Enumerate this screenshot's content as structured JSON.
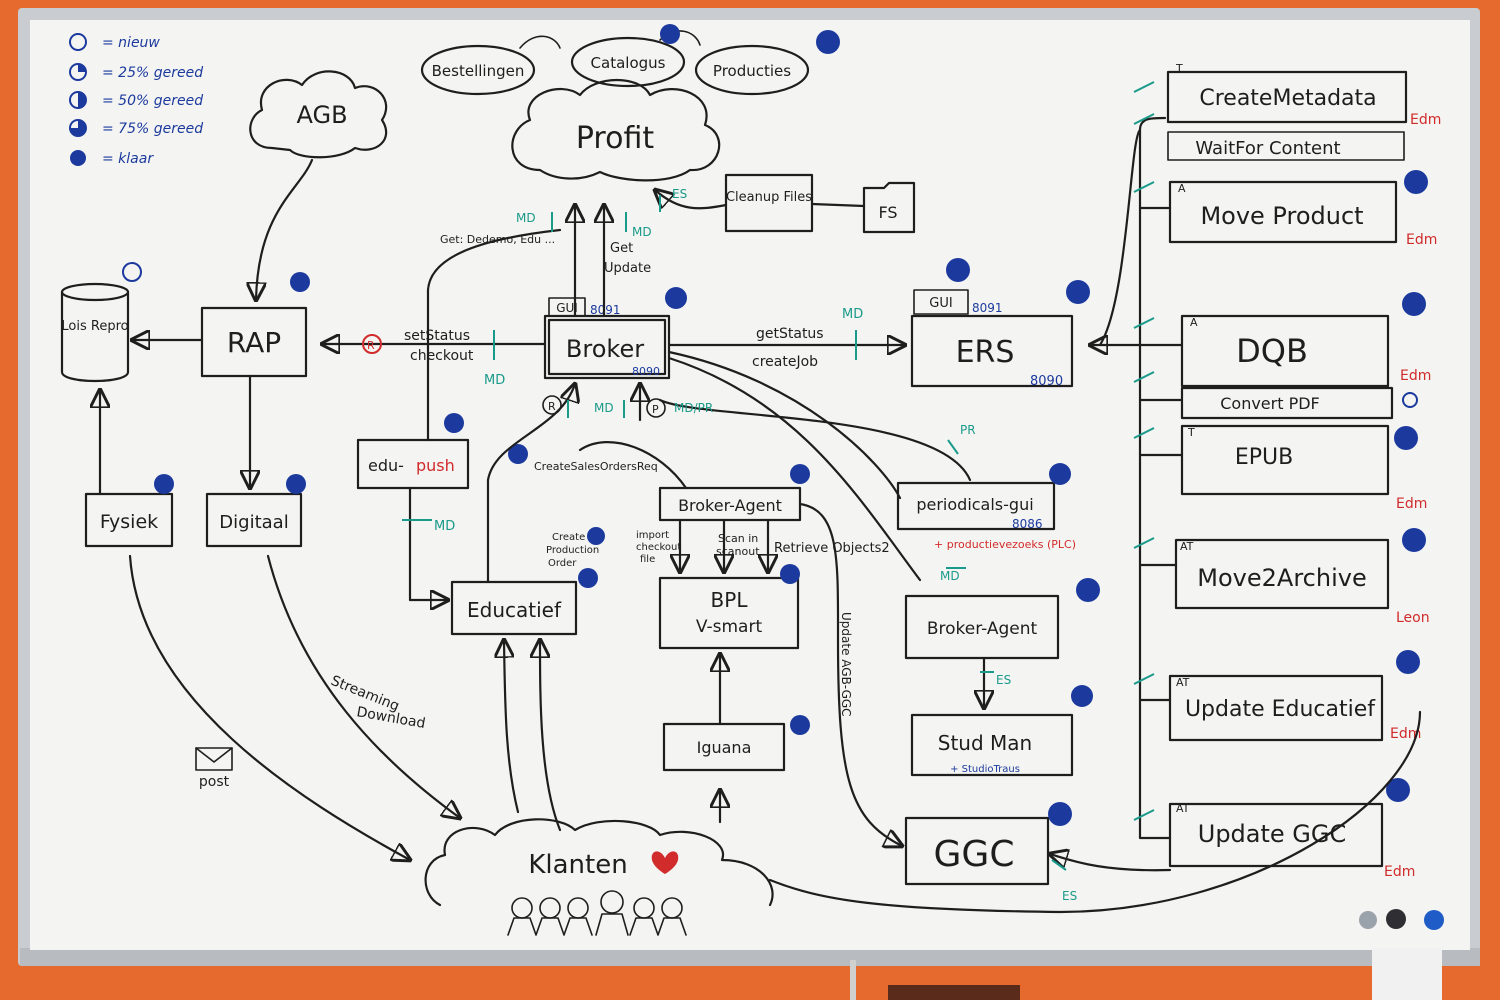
{
  "legend": [
    {
      "symbol": "empty",
      "label": "= nieuw"
    },
    {
      "symbol": "25",
      "label": "= 25% gereed"
    },
    {
      "symbol": "50",
      "label": "= 50% gereed"
    },
    {
      "symbol": "75",
      "label": "= 75% gereed"
    },
    {
      "symbol": "full",
      "label": "= klaar"
    }
  ],
  "clouds": {
    "profit": "Profit",
    "agb": "AGB",
    "klanten": "Klanten"
  },
  "profit_sub": [
    "Bestellingen",
    "Catalogus",
    "Producties"
  ],
  "nodes": {
    "lois": "Lois Repro",
    "rap": "RAP",
    "broker": "Broker",
    "broker_port": "8090",
    "broker_gui": "GUI",
    "broker_gui_port": "8091",
    "ers": "ERS",
    "ers_port": "8090",
    "ers_gui": "GUI",
    "ers_gui_port": "8091",
    "cleanup": "Cleanup Files",
    "fs": "FS",
    "edu_push_a": "edu-",
    "edu_push_b": "push",
    "fysiek": "Fysiek",
    "digitaal": "Digitaal",
    "educatief": "Educatief",
    "broker_agent1": "Broker-Agent",
    "bpl_a": "BPL",
    "bpl_b": "V-smart",
    "iguana": "Iguana",
    "periodicals": "periodicals-gui",
    "periodicals_port": "8086",
    "periodicals_note": "+ productievezoeks (PLC)",
    "broker_agent2": "Broker-Agent",
    "studman": "Stud Man",
    "studman_note": "+ StudioTraus",
    "ggc": "GGC"
  },
  "tasks": [
    {
      "name": "CreateMetadata",
      "tag": "T",
      "owner": "Edm"
    },
    {
      "name": "WaitFor Content",
      "tag": "",
      "owner": ""
    },
    {
      "name": "Move Product",
      "tag": "A",
      "owner": "Edm"
    },
    {
      "name": "DQB",
      "tag": "A",
      "owner": "Edm"
    },
    {
      "name": "Convert PDF",
      "tag": "",
      "owner": ""
    },
    {
      "name": "EPUB",
      "tag": "T",
      "owner": "Edm"
    },
    {
      "name": "Move2Archive",
      "tag": "AT",
      "owner": "Leon"
    },
    {
      "name": "Update Educatief",
      "tag": "AT",
      "owner": "Edm"
    },
    {
      "name": "Update GGC",
      "tag": "AT",
      "owner": "Edm"
    }
  ],
  "labels": {
    "get_dedemo": "Get: Dedemo, Edu ...",
    "get_update_a": "Get",
    "get_update_b": "Update",
    "setstatus_a": "setStatus",
    "setstatus_b": "checkout",
    "getstatus_a": "getStatus",
    "getstatus_b": "createJob",
    "create_sales": "CreateSalesOrdersReq",
    "create_prod_a": "Create",
    "create_prod_b": "Production",
    "create_prod_c": "Order",
    "import_a": "import",
    "import_b": "checkout",
    "import_c": "file",
    "scanin_a": "Scan in",
    "scanin_b": "scanout",
    "retrieve": "Retrieve Objects2",
    "update_agb": "Update AGB-GGC",
    "streaming": "Streaming",
    "download": "Download",
    "post": "post",
    "md": "MD",
    "es": "ES",
    "pr": "PR",
    "md_pr": "MD/PR",
    "r": "R",
    "p": "P"
  },
  "colors": {
    "ink": "#1e1e1e",
    "blue": "#1c3a9e",
    "red": "#d12b2b",
    "teal": "#1a9a8a",
    "wall": "#e66a2e"
  }
}
